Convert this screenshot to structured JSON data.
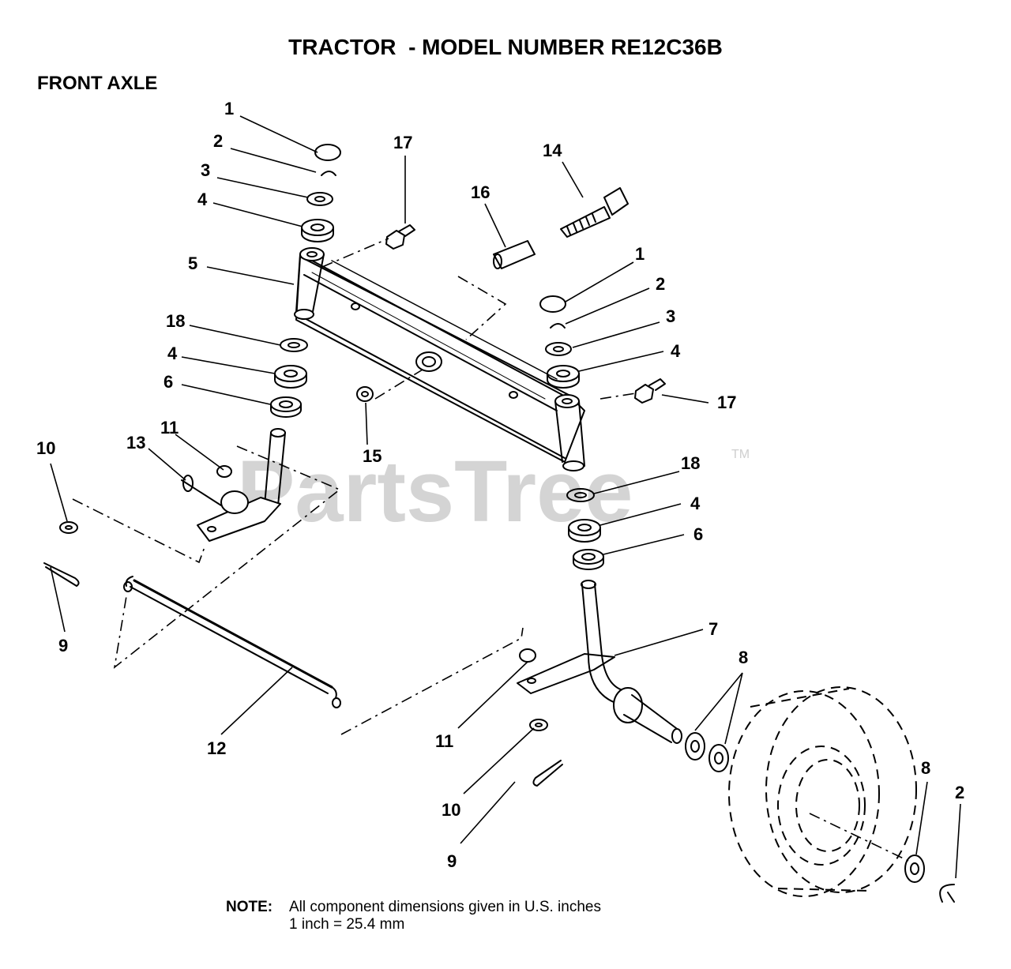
{
  "title": "TRACTOR  - MODEL NUMBER RE12C36B",
  "section_title": "FRONT AXLE",
  "note": {
    "label": "NOTE:",
    "line1": "All component dimensions given in U.S. inches",
    "line2": "1 inch = 25.4 mm"
  },
  "watermark": {
    "text": "PartsTree",
    "trademark": "TM"
  },
  "callouts": [
    "1",
    "2",
    "3",
    "4",
    "5",
    "18",
    "4",
    "6",
    "17",
    "14",
    "16",
    "1",
    "2",
    "3",
    "4",
    "17",
    "15",
    "11",
    "13",
    "10",
    "9",
    "18",
    "4",
    "6",
    "7",
    "8",
    "12",
    "11",
    "10",
    "9",
    "8",
    "2"
  ]
}
